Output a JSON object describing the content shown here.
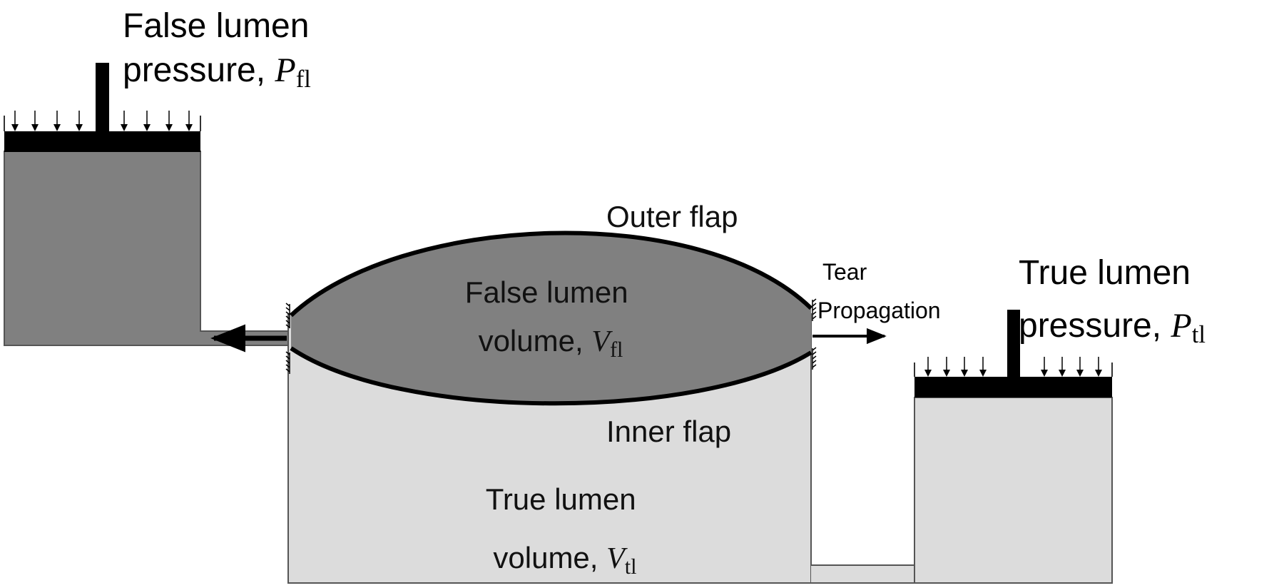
{
  "colors": {
    "false_lumen_fill": "#808080",
    "true_lumen_fill": "#dcdcdc",
    "piston": "#000000",
    "outline": "#000000"
  },
  "labels": {
    "false_lumen_pressure": {
      "line1": "False lumen",
      "line2": "pressure, ",
      "symbol": "P",
      "subscript": "fl"
    },
    "outer_flap": "Outer flap",
    "false_lumen_volume": {
      "line1": "False lumen",
      "line2": "volume, ",
      "symbol": "V",
      "subscript": "fl"
    },
    "inner_flap": "Inner flap",
    "true_lumen_volume": {
      "line1": "True lumen",
      "line2": "volume, ",
      "symbol": "V",
      "subscript": "tl"
    },
    "tear_propagation": {
      "line1": "Tear",
      "line2": "Propagation"
    },
    "true_lumen_pressure": {
      "line1": "True lumen",
      "line2": "pressure, ",
      "symbol": "P",
      "subscript": "tl"
    }
  },
  "icons": {
    "pressure_arrows": "down-arrow",
    "flow_arrow": "left-arrow",
    "tear_arrow": "right-arrow",
    "fixed_support": "hatch"
  }
}
